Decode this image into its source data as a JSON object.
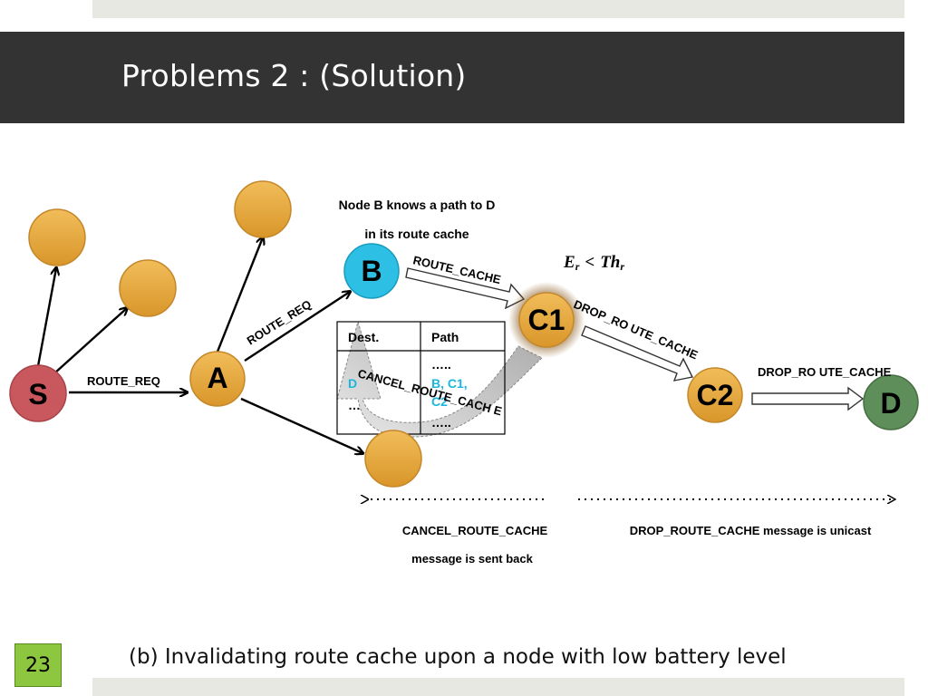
{
  "slide": {
    "title": "Problems 2 : (Solution)",
    "page_number": "23",
    "caption": "(b) Invalidating route cache upon a node with low battery level"
  },
  "colors": {
    "node_orange": "#e8a93e",
    "node_blue": "#2dc0e4",
    "node_source": "#c8585e",
    "node_dest": "#5e8e59",
    "glow": "#8a5a1e",
    "page_badge": "#8dc63f"
  },
  "nodes": {
    "S": "S",
    "A": "A",
    "B": "B",
    "C1": "C1",
    "C2": "C2",
    "D": "D"
  },
  "labels": {
    "note_line1": "Node B knows a path to D",
    "note_line2": "in its route cache",
    "route_req_1": "ROUTE_REQ",
    "route_req_2": "ROUTE_REQ",
    "route_cache": "ROUTE_CACHE",
    "drop_1": "DROP_RO UTE_CACHE",
    "drop_2": "DROP_RO UTE_CACHE",
    "cancel": "CANCEL_ROUTE_CACH E",
    "condition_E": "E",
    "condition_r": "r",
    "condition_lt": "<",
    "condition_Th": "Th",
    "cancel_msg_line1": "CANCEL_ROUTE_CACHE",
    "cancel_msg_line2": "message is sent back",
    "drop_msg": "DROP_ROUTE_CACHE message is unicast"
  },
  "cache_table": {
    "headers": [
      "Dest.",
      "Path"
    ],
    "rows": [
      {
        "dest": "",
        "path": "….."
      },
      {
        "dest": "D",
        "path": "B, C1,"
      },
      {
        "dest": "",
        "path": "C2"
      },
      {
        "dest": "…",
        "path": "….."
      }
    ]
  }
}
